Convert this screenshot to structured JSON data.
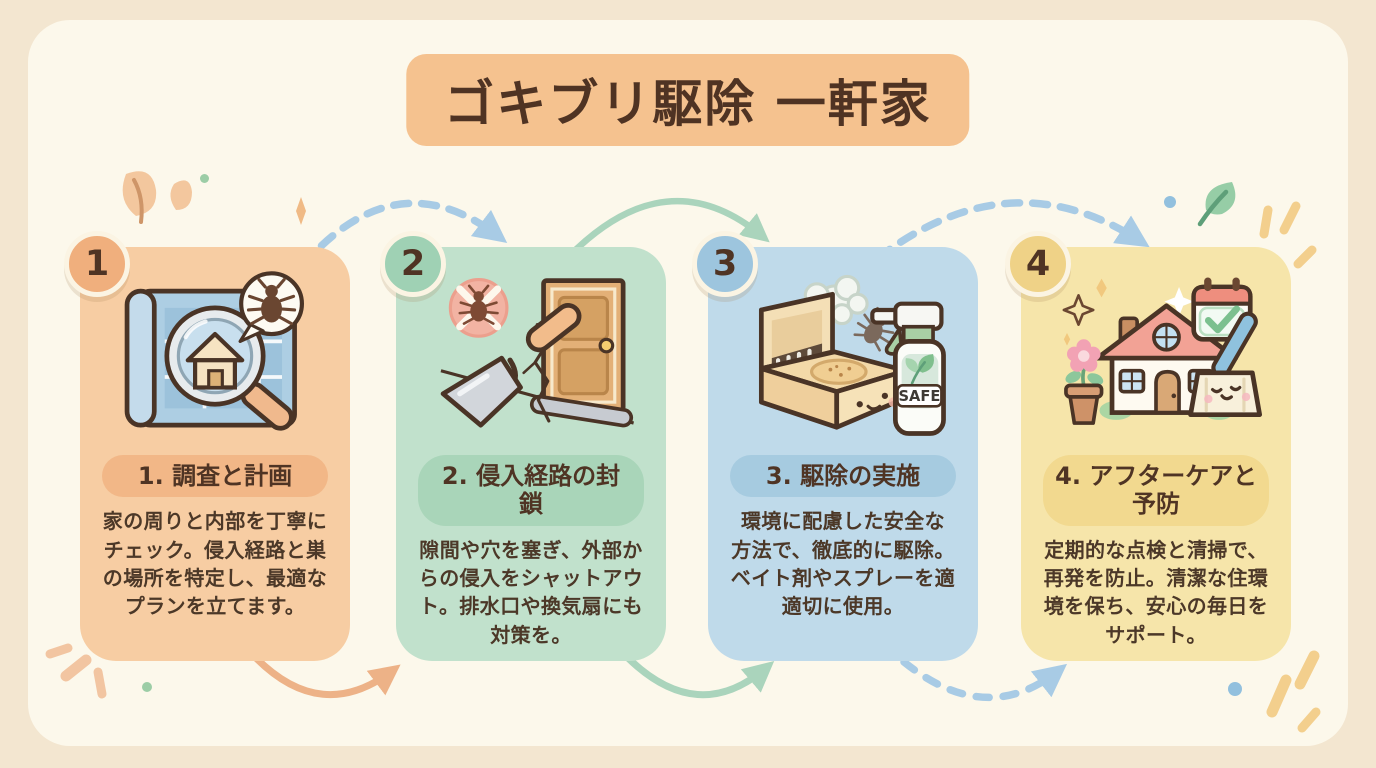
{
  "title": {
    "text": "ゴキブリ駆除 一軒家"
  },
  "steps": [
    {
      "number": "1",
      "label": "1. 調査と計画",
      "body": "家の周りと内部を丁寧に\nチェック。侵入経路と巣\nの場所を特定し、最適な\nプランを立てます。",
      "icon": "blueprint-magnifier-bug",
      "card_color": "#F7CDA3",
      "pill_color": "#F2B787",
      "badge_color": "#F0AF7D"
    },
    {
      "number": "2",
      "label": "2. 侵入経路の封\n鎖",
      "body": "隙間や穴を塞ぎ、外部か\nらの侵入をシャットアウ\nト。排水口や換気扇にも\n対策を。",
      "icon": "door-trowel-crack-nobug",
      "card_color": "#C1E1CC",
      "pill_color": "#A9D5B9",
      "badge_color": "#9FD1B4"
    },
    {
      "number": "3",
      "label": "3. 駆除の実施",
      "body": "環境に配慮した安全な\n方法で、徹底的に駆除。\nベイト剤やスプレーを適\n適切に使用。",
      "icon": "bait-station-spray-bottle",
      "icon_text": "SAFE",
      "card_color": "#BFDAEA",
      "pill_color": "#A6CBE0",
      "badge_color": "#9DC5DE"
    },
    {
      "number": "4",
      "label": "4. アフターケアと\n予防",
      "body": "定期的な点検と清掃で、\n再発を防止。清潔な住環\n境を保ち、安心の毎日を\nサポート。",
      "icon": "house-calendar-broom-flower",
      "card_color": "#F6E5AA",
      "pill_color": "#F2D98F",
      "badge_color": "#EFD287"
    }
  ],
  "flow": {
    "sequence": [
      "1",
      "2",
      "3",
      "4"
    ],
    "top_arrows": [
      {
        "from": "1",
        "to": "2",
        "style": "dashed",
        "color": "#A8CBE5"
      },
      {
        "from": "2",
        "to": "3",
        "style": "solid",
        "color": "#AAD4BC"
      },
      {
        "from": "3",
        "to": "4",
        "style": "dashed",
        "color": "#A8CBE5"
      }
    ],
    "bottom_arrows": [
      {
        "from": "1",
        "to": "2",
        "style": "solid",
        "color": "#EDB287"
      },
      {
        "from": "2",
        "to": "3",
        "style": "solid",
        "color": "#AAD4BC"
      },
      {
        "from": "3",
        "to": "4",
        "style": "dashed",
        "color": "#A8CBE5"
      }
    ]
  },
  "palette": {
    "outer_background": "#F3E6D0",
    "panel_background": "#FCF8EB",
    "title_banner": "#F5C28F",
    "heading_text": "#4F3323",
    "body_text": "#4C3828",
    "outline_brown": "#4A3426",
    "deco_peach": "#F3C79E",
    "deco_green": "#96CDA6",
    "deco_blue": "#92C0DE",
    "deco_yellow": "#F3CF8D"
  }
}
